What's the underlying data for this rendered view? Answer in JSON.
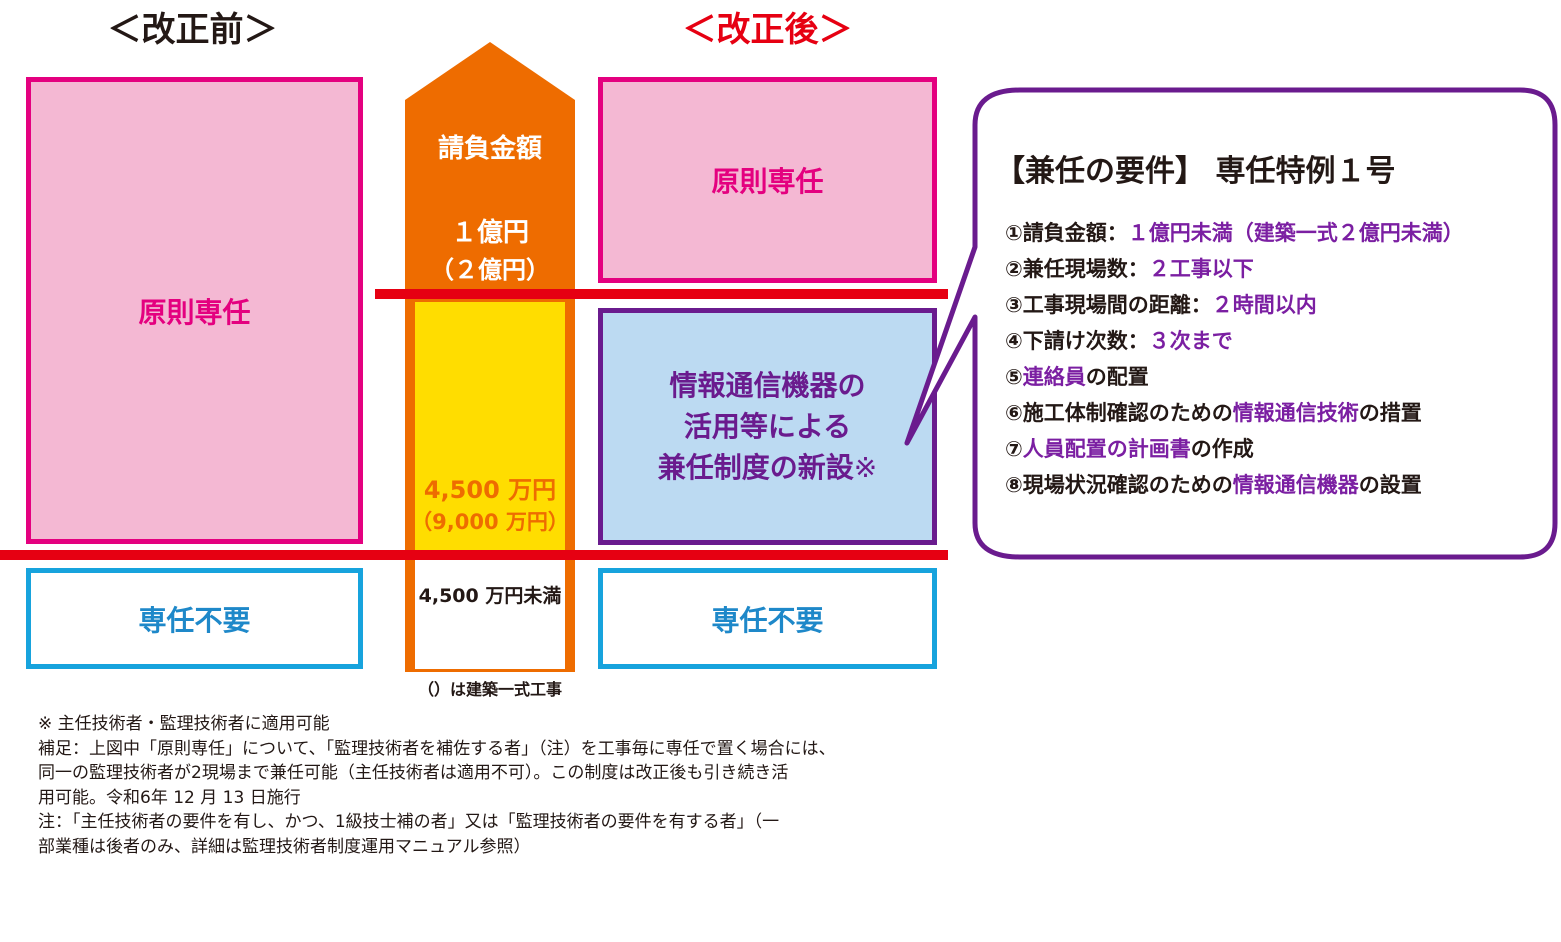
{
  "headers": {
    "before": "＜改正前＞",
    "after": "＜改正後＞"
  },
  "colors": {
    "pink": "#e4007f",
    "pink_fill": "#f4b8d3",
    "blue": "#17a3dd",
    "orange": "#ee6c00",
    "yellow": "#ffdd00",
    "purple": "#6a1b8e",
    "red_line": "#e60012"
  },
  "left": {
    "principal": "原則専任",
    "not_required": "専任不要"
  },
  "arrow": {
    "title": "請負金額",
    "amount1": "１億円",
    "amount1_paren": "（２億円）",
    "amount2": "4,500 万円",
    "amount2_paren": "（9,000 万円）",
    "under": "4,500 万円未満",
    "footnote": "（）は建築一式工事"
  },
  "right": {
    "principal": "原則専任",
    "new_system_line1": "情報通信機器の",
    "new_system_line2": "活用等による",
    "new_system_line3": "兼任制度の新設",
    "new_system_mark": "※",
    "not_required": "専任不要"
  },
  "bubble": {
    "title": "【兼任の要件】 専任特例１号",
    "items": [
      {
        "a": "①請負金額：",
        "b": "１億円未満（建築一式２億円未満）",
        "c": ""
      },
      {
        "a": "②兼任現場数：",
        "b": "２工事以下",
        "c": ""
      },
      {
        "a": "③工事現場間の距離：",
        "b": "２時間以内",
        "c": ""
      },
      {
        "a": "④下請け次数：",
        "b": "３次まで",
        "c": ""
      },
      {
        "a": "⑤",
        "b": "連絡員",
        "c": "の配置"
      },
      {
        "a": "⑥施工体制確認のための",
        "b": "情報通信技術",
        "c": "の措置"
      },
      {
        "a": "⑦",
        "b": "人員配置の計画書",
        "c": "の作成"
      },
      {
        "a": "⑧現場状況確認のための",
        "b": "情報通信機器",
        "c": "の設置"
      }
    ]
  },
  "notes": [
    "※ 主任技術者・監理技術者に適用可能",
    "補足：上図中「原則専任」について、「監理技術者を補佐する者」（注）を工事毎に専任で置く場合には、",
    "同一の監理技術者が2現場まで兼任可能（主任技術者は適用不可）。この制度は改正後も引き続き活",
    "用可能。令和6年 12 月 13 日施行",
    "注：「主任技術者の要件を有し、かつ、1級技士補の者」又は「監理技術者の要件を有する者」（一",
    "部業種は後者のみ、詳細は監理技術者制度運用マニュアル参照）"
  ]
}
